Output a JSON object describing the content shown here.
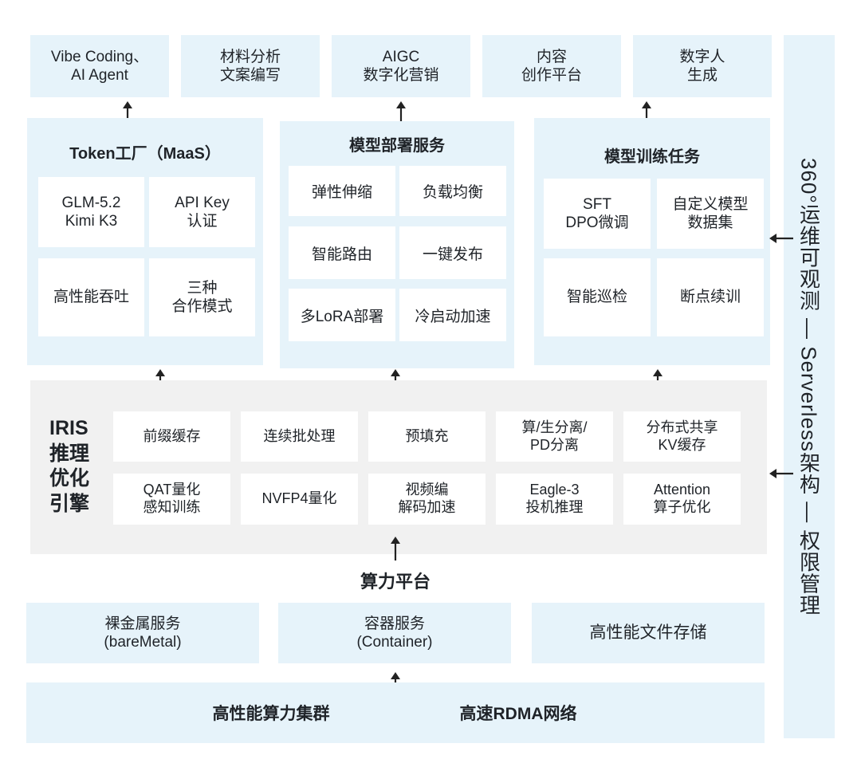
{
  "top_row": [
    {
      "text": "Vibe Coding、\nAI Agent"
    },
    {
      "text": "材料分析\n文案编写"
    },
    {
      "text": "AIGC\n数字化营销"
    },
    {
      "text": "内容\n创作平台"
    },
    {
      "text": "数字人\n生成"
    }
  ],
  "maas": {
    "title": "Token工厂（MaaS）",
    "cells": [
      "GLM-5.2\nKimi K3",
      "API Key\n认证",
      "高性能吞吐",
      "三种\n合作模式"
    ]
  },
  "deploy": {
    "title": "模型部署服务",
    "cells": [
      "弹性伸缩",
      "负载均衡",
      "智能路由",
      "一键发布",
      "多LoRA部署",
      "冷启动加速"
    ]
  },
  "train": {
    "title": "模型训练任务",
    "cells": [
      "SFT\nDPO微调",
      "自定义模型\n数据集",
      "智能巡检",
      "断点续训"
    ]
  },
  "iris": {
    "title": "IRIS\n推理\n优化\n引擎",
    "cells": [
      "前缀缓存",
      "连续批处理",
      "预填充",
      "算/生分离/\nPD分离",
      "分布式共享\nKV缓存",
      "QAT量化\n感知训练",
      "NVFP4量化",
      "视频编\n解码加速",
      "Eagle-3\n投机推理",
      "Attention\n算子优化"
    ]
  },
  "compute": {
    "title": "算力平台",
    "services": [
      "裸金属服务\n(bareMetal)",
      "容器服务\n(Container)",
      "高性能文件存储"
    ],
    "cluster": [
      "高性能算力集群",
      "高速RDMA网络"
    ]
  },
  "side": {
    "text": "360°运维可观测 — Serverless架构 — 权限管理"
  },
  "colors": {
    "light_blue": "#e6f3fa",
    "grey": "#f1f1f1",
    "text": "#1f2328"
  }
}
